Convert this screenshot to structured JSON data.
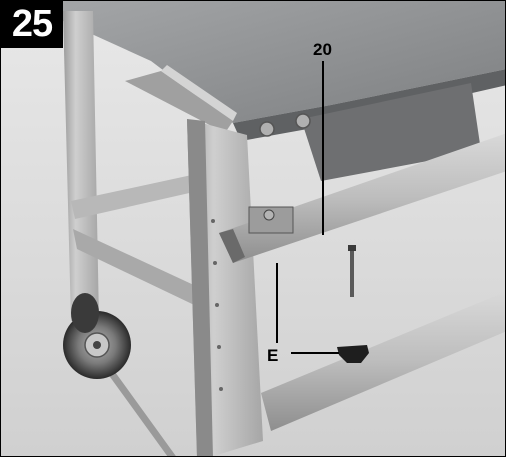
{
  "figure": {
    "number": "25",
    "callouts": {
      "part_20": "20",
      "part_e": "E"
    }
  },
  "colors": {
    "sheet_metal_light": "#c9c9c9",
    "sheet_metal_mid": "#a9a9a9",
    "sheet_metal_dark": "#6f6f6f",
    "table_top": "#8d8f91",
    "rubber_black": "#1c1c1c",
    "badge_background": "#000000"
  }
}
